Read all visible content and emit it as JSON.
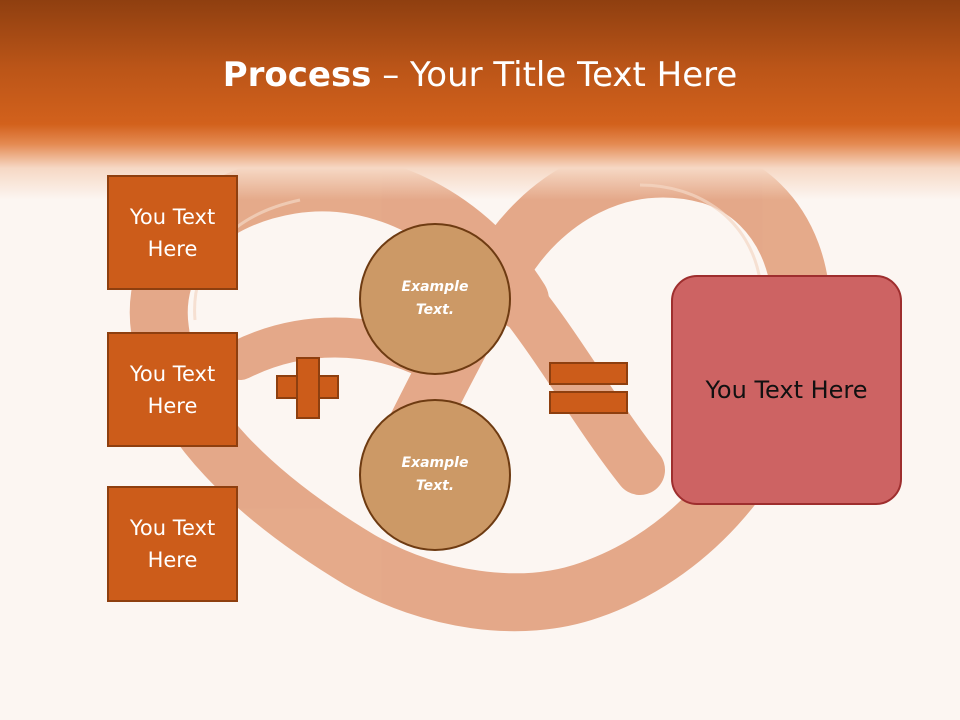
{
  "title": {
    "bold": "Process",
    "rest": " – Your Title Text Here"
  },
  "left_boxes": [
    {
      "line1": "You Text",
      "line2": "Here"
    },
    {
      "line1": "You Text",
      "line2": "Here"
    },
    {
      "line1": "You Text",
      "line2": "Here"
    }
  ],
  "circles": [
    {
      "line1": "Example",
      "line2": "Text."
    },
    {
      "line1": "Example",
      "line2": "Text."
    }
  ],
  "result": {
    "label": "You Text Here"
  },
  "operators": {
    "plus": "plus-sign",
    "equals": "equals-sign"
  },
  "colors": {
    "header": "#cc5c1a",
    "box": "#cc5c1a",
    "circle": "#cc9966",
    "result": "#cd6363",
    "background": "#fcf6f2"
  }
}
